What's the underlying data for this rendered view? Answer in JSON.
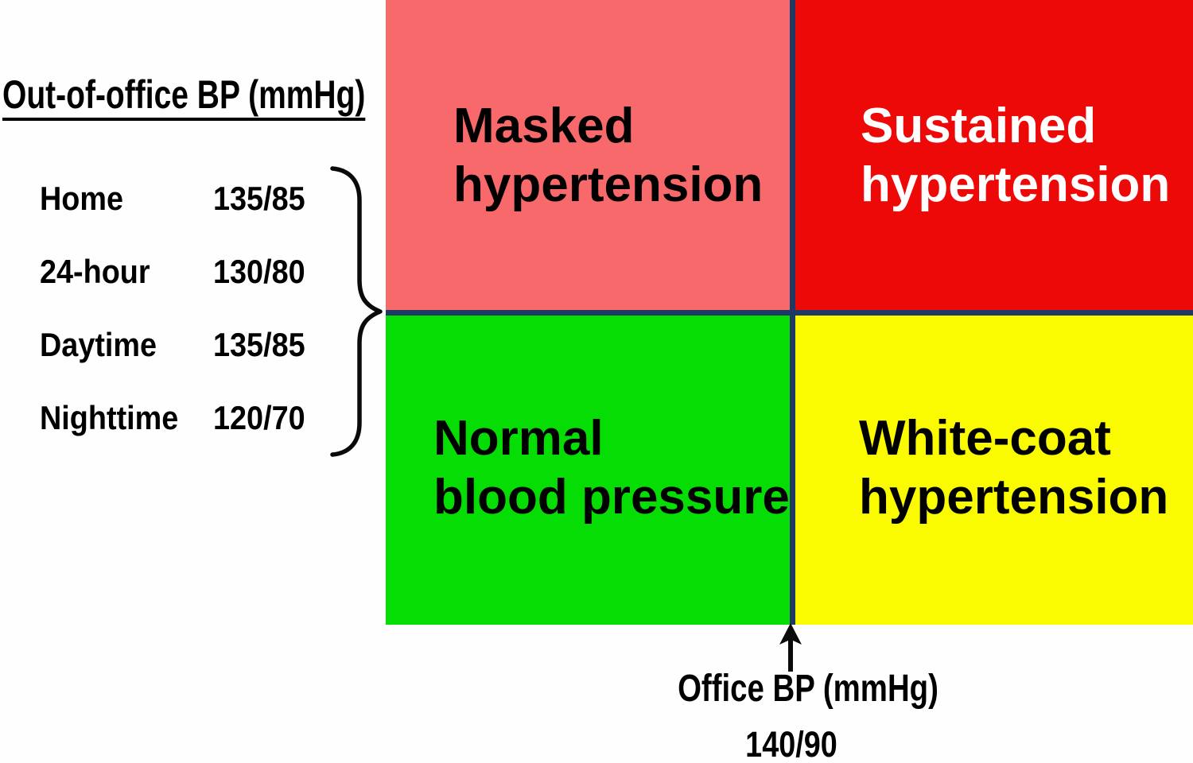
{
  "diagram": {
    "out_of_office": {
      "title": "Out-of-office BP (mmHg)",
      "rows": [
        {
          "label": "Home",
          "value": "135/85"
        },
        {
          "label": "24-hour",
          "value": "130/80"
        },
        {
          "label": "Daytime",
          "value": "135/85"
        },
        {
          "label": "Nighttime",
          "value": "120/70"
        }
      ]
    },
    "quadrants": {
      "masked": {
        "label": "Masked\nhypertension",
        "bg": "#F8696B",
        "text_color": "#000000"
      },
      "sustained": {
        "label": "Sustained\nhypertension",
        "bg": "#EE0909",
        "text_color": "#FFFFFF"
      },
      "normal": {
        "label": "Normal\nblood pressure",
        "bg": "#05DD05",
        "text_color": "#000000"
      },
      "white_coat": {
        "label": "White-coat\nhypertension",
        "bg": "#FAFA00",
        "text_color": "#000000"
      }
    },
    "office_axis": {
      "label": "Office BP (mmHg)",
      "threshold": "140/90"
    },
    "colors": {
      "divider": "#1F3864",
      "brace": "#000000",
      "arrow": "#000000",
      "background": "#FEFEFE"
    },
    "icons": {
      "brace": "curly-brace",
      "arrow": "up-arrow"
    }
  }
}
